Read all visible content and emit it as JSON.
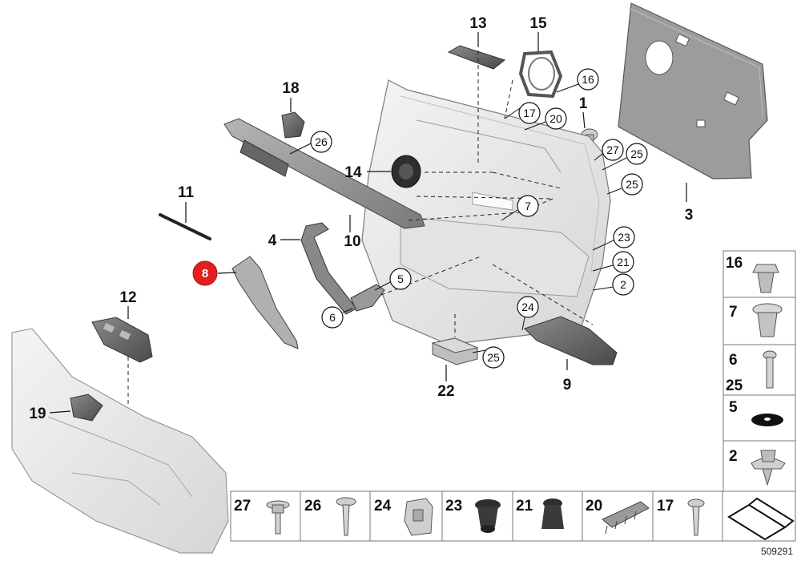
{
  "diagram": {
    "reference_number": "509291",
    "highlighted_part": "8",
    "part_labels": [
      {
        "id": "p13",
        "text": "13"
      },
      {
        "id": "p15",
        "text": "15"
      },
      {
        "id": "p18",
        "text": "18"
      },
      {
        "id": "p1",
        "text": "1"
      },
      {
        "id": "p14",
        "text": "14"
      },
      {
        "id": "p3",
        "text": "3"
      },
      {
        "id": "p11",
        "text": "11"
      },
      {
        "id": "p10",
        "text": "10"
      },
      {
        "id": "p4",
        "text": "4"
      },
      {
        "id": "p12",
        "text": "12"
      },
      {
        "id": "p22",
        "text": "22"
      },
      {
        "id": "p9",
        "text": "9"
      },
      {
        "id": "p19",
        "text": "19"
      }
    ],
    "circled_labels": [
      {
        "id": "c16",
        "text": "16"
      },
      {
        "id": "c17",
        "text": "17"
      },
      {
        "id": "c20",
        "text": "20"
      },
      {
        "id": "c26",
        "text": "26"
      },
      {
        "id": "c27",
        "text": "27"
      },
      {
        "id": "c25a",
        "text": "25"
      },
      {
        "id": "c25b",
        "text": "25"
      },
      {
        "id": "c7",
        "text": "7"
      },
      {
        "id": "c23",
        "text": "23"
      },
      {
        "id": "c21",
        "text": "21"
      },
      {
        "id": "c2",
        "text": "2"
      },
      {
        "id": "c5",
        "text": "5"
      },
      {
        "id": "c6",
        "text": "6"
      },
      {
        "id": "c24",
        "text": "24"
      },
      {
        "id": "c25c",
        "text": "25"
      }
    ],
    "side_grid": [
      "16",
      "7",
      "6",
      "25",
      "5",
      "2"
    ],
    "bottom_grid": [
      "27",
      "26",
      "24",
      "23",
      "21",
      "20",
      "17"
    ]
  }
}
